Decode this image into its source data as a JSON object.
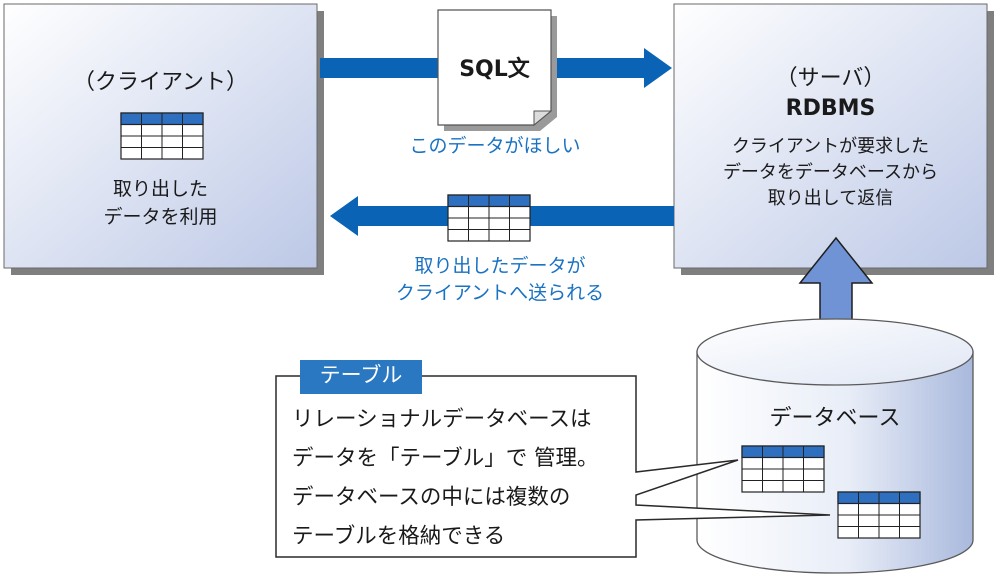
{
  "client": {
    "title": "（クライアント）",
    "caption_lines": [
      "取り出した",
      "データを利用"
    ]
  },
  "server": {
    "title": "（サーバ）",
    "subtitle": "RDBMS",
    "desc_lines": [
      "クライアントが要求した",
      "データをデータベースから",
      "取り出して返信"
    ]
  },
  "request": {
    "doc_label": "SQL文",
    "caption": "このデータがほしい"
  },
  "response": {
    "caption_lines": [
      "取り出したデータが",
      "クライアントへ送られる"
    ]
  },
  "database": {
    "label": "データベース"
  },
  "callout": {
    "tab_label": "テーブル",
    "body_lines": [
      "リレーショナルデータベースは",
      "データを「テーブル」で 管理。",
      "データベースの中には複数の",
      "テーブルを格納できる"
    ]
  },
  "colors": {
    "arrow_blue": "#0a63b5",
    "caption_blue": "#1a72c2",
    "tab_blue": "#2a78c2",
    "double_arrow_fill": "#6f93d4",
    "table_header": "#2f6fc0"
  },
  "icons": [
    "table-icon",
    "document-icon",
    "arrow-right-icon",
    "arrow-left-icon",
    "double-arrow-icon",
    "cylinder-icon"
  ]
}
